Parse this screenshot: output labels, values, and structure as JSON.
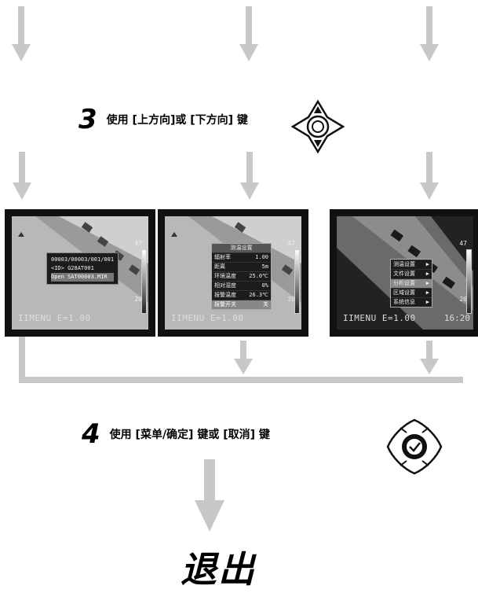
{
  "steps": [
    {
      "number": "3",
      "text": "使用 [上方向]或 [下方向] 键"
    },
    {
      "number": "4",
      "text": "使用 [菜单/确定] 键或 [取消] 键"
    }
  ],
  "screens": [
    {
      "status": "IIMENU E=1.00",
      "scale_top": "47",
      "scale_bottom": "20",
      "info_lines": [
        "00003/00003/001/001",
        "<ID> G28AT001",
        "Open  SAT00003.MIR"
      ]
    },
    {
      "status": "IIMENU E=1.00",
      "scale_top": "47",
      "scale_bottom": "20",
      "menu_title": "测温设置",
      "menu_rows": [
        {
          "label": "辐射率",
          "value": "1.00"
        },
        {
          "label": "距离",
          "value": "5m"
        },
        {
          "label": "环境温度",
          "value": "25.0℃"
        },
        {
          "label": "相对湿度",
          "value": "0%"
        },
        {
          "label": "报警温度",
          "value": "26.3℃"
        },
        {
          "label": "报警开关",
          "value": "关"
        }
      ]
    },
    {
      "status": "IIMENU E=1.00",
      "time": "16:20",
      "scale_top": "47",
      "scale_bottom": "20",
      "menu_rows": [
        {
          "label": "测温设置",
          "arrow": "▶"
        },
        {
          "label": "文件设置",
          "arrow": "▶"
        },
        {
          "label": "分析设置",
          "arrow": "▶"
        },
        {
          "label": "区域设置",
          "arrow": "▶"
        },
        {
          "label": "系统信息",
          "arrow": "▶"
        }
      ]
    }
  ],
  "exit_label": "退出",
  "colors": {
    "arrow": "#c8c8c8",
    "screen_frame": "#111111"
  }
}
